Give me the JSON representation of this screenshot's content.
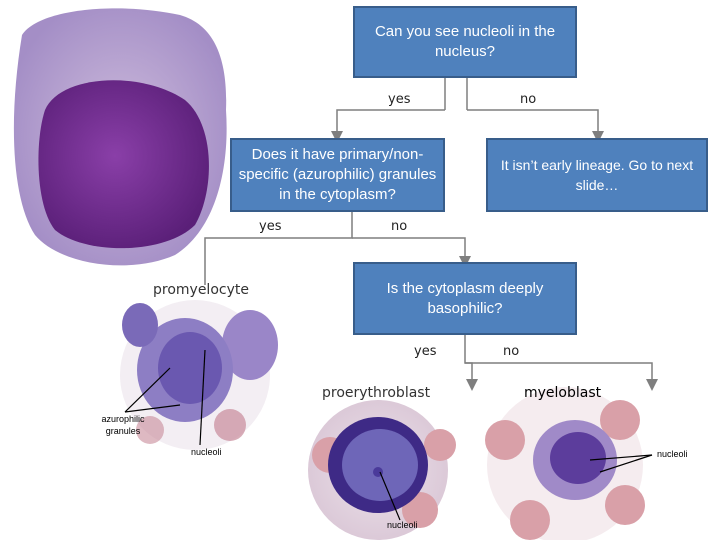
{
  "questions": {
    "q1": "Can you see nucleoli in the nucleus?",
    "q2": "Does it have primary/non-specific (azurophilic) granules in the cytoplasm?",
    "q3": "It isn’t early lineage. Go to next slide…",
    "q4": "Is the cytoplasm deeply basophilic?"
  },
  "answers": {
    "q1_yes": "yes",
    "q1_no": "no",
    "q2_yes": "yes",
    "q2_no": "no",
    "q4_yes": "yes",
    "q4_no": "no"
  },
  "cells": {
    "promyelocyte": "promyelocyte",
    "proerythroblast": "proerythroblast",
    "myeloblast": "myeloblast"
  },
  "annotations": {
    "azurophilic_granules": "azurophilic granules",
    "nucleoli_1": "nucleoli",
    "nucleoli_2": "nucleoli",
    "nucleoli_3": "nucleoli"
  },
  "colors": {
    "box_fill": "#4f81bd",
    "box_border": "#385d8a",
    "connector": "#7f7f7f",
    "cell_purple": "#5a2d8a",
    "rbc_pink": "#d9a0a8"
  }
}
